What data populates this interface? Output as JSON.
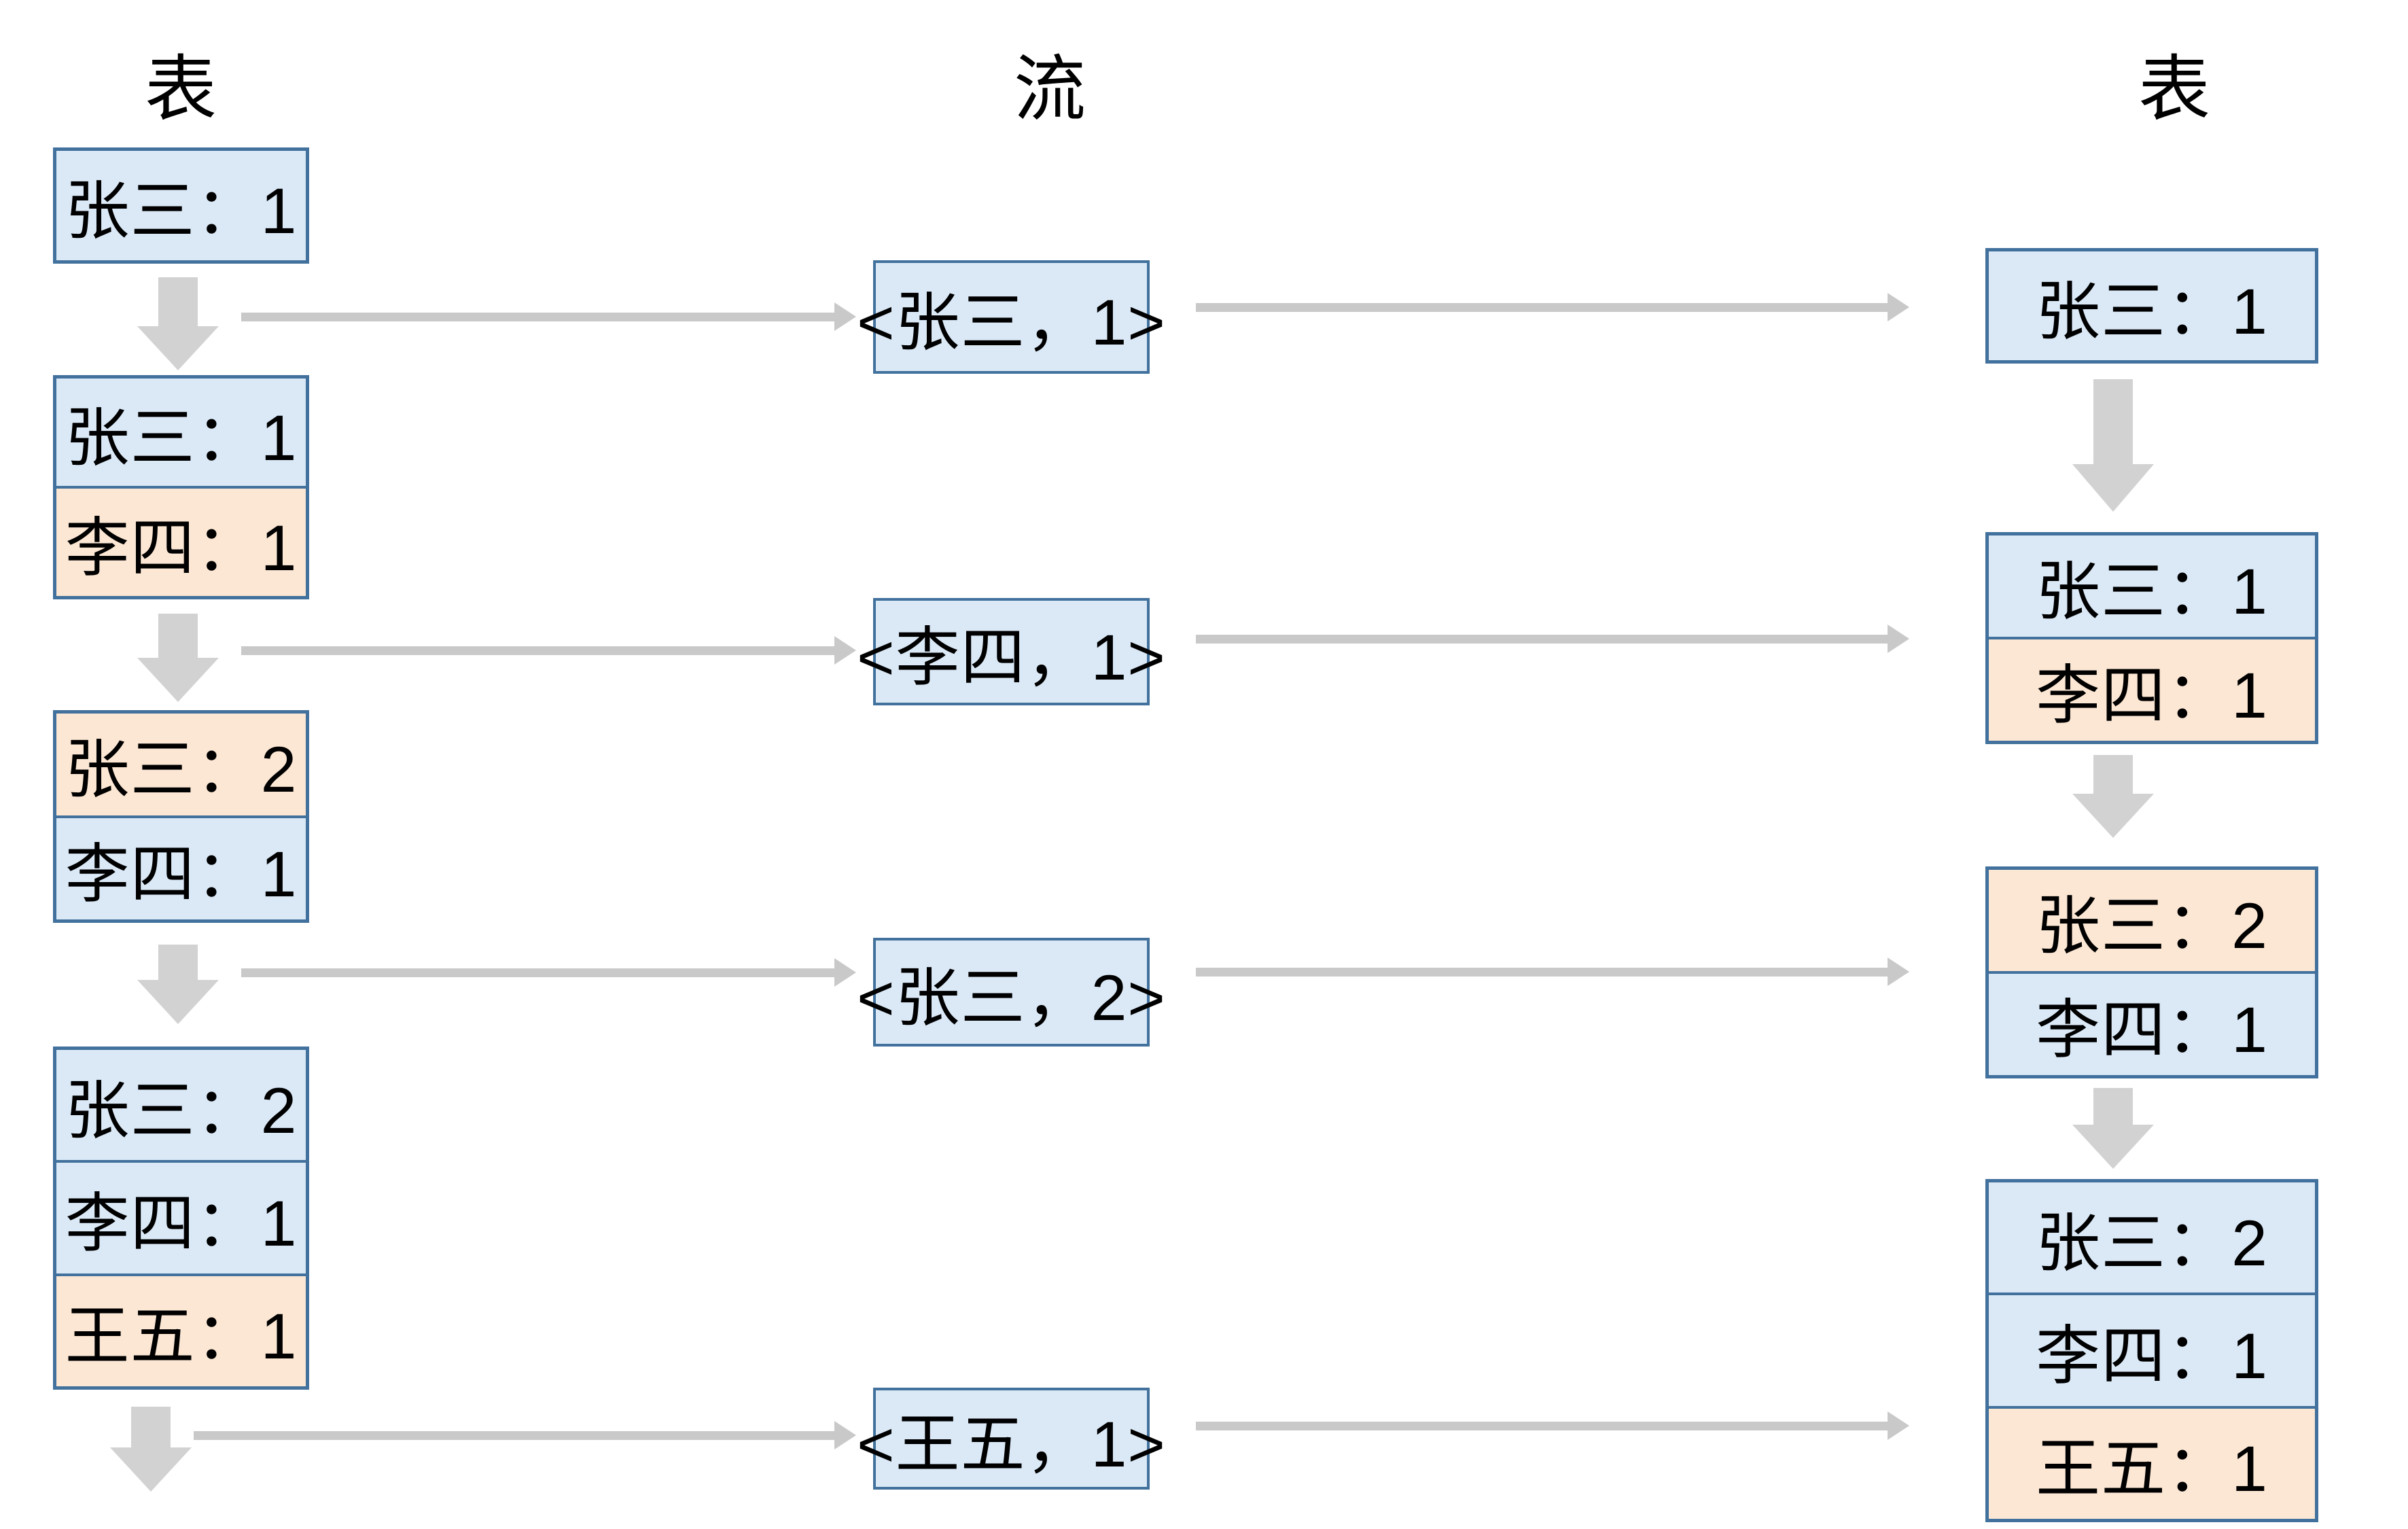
{
  "diagram_type": "table-stream-table duality",
  "colors": {
    "box_border": "#41719C",
    "blue_fill": "#DBE9F7",
    "orange_fill": "#FCE7D4",
    "arrow_fill": "#D2D2D2",
    "line_fill": "#C9C9C9",
    "text": "#000000"
  },
  "left_table": {
    "title": "表",
    "groups": [
      {
        "rows": [
          {
            "text": "张三：1",
            "variant": "blue"
          }
        ]
      },
      {
        "rows": [
          {
            "text": "张三：1",
            "variant": "blue"
          },
          {
            "text": "李四：1",
            "variant": "orange"
          }
        ]
      },
      {
        "rows": [
          {
            "text": "张三：2",
            "variant": "orange"
          },
          {
            "text": "李四：1",
            "variant": "blue"
          }
        ]
      },
      {
        "rows": [
          {
            "text": "张三：2",
            "variant": "blue"
          },
          {
            "text": "李四：1",
            "variant": "blue"
          },
          {
            "text": "王五：1",
            "variant": "orange"
          }
        ]
      }
    ]
  },
  "stream": {
    "title": "流",
    "events": [
      "<张三，1>",
      "<李四，1>",
      "<张三，2>",
      "<王五，1>"
    ]
  },
  "right_table": {
    "title": "表",
    "groups": [
      {
        "rows": [
          {
            "text": "张三：1",
            "variant": "blue"
          }
        ]
      },
      {
        "rows": [
          {
            "text": "张三：1",
            "variant": "blue"
          },
          {
            "text": "李四：1",
            "variant": "orange"
          }
        ]
      },
      {
        "rows": [
          {
            "text": "张三：2",
            "variant": "orange"
          },
          {
            "text": "李四：1",
            "variant": "blue"
          }
        ]
      },
      {
        "rows": [
          {
            "text": "张三：2",
            "variant": "blue"
          },
          {
            "text": "李四：1",
            "variant": "blue"
          },
          {
            "text": "王五：1",
            "variant": "orange"
          }
        ]
      }
    ]
  }
}
